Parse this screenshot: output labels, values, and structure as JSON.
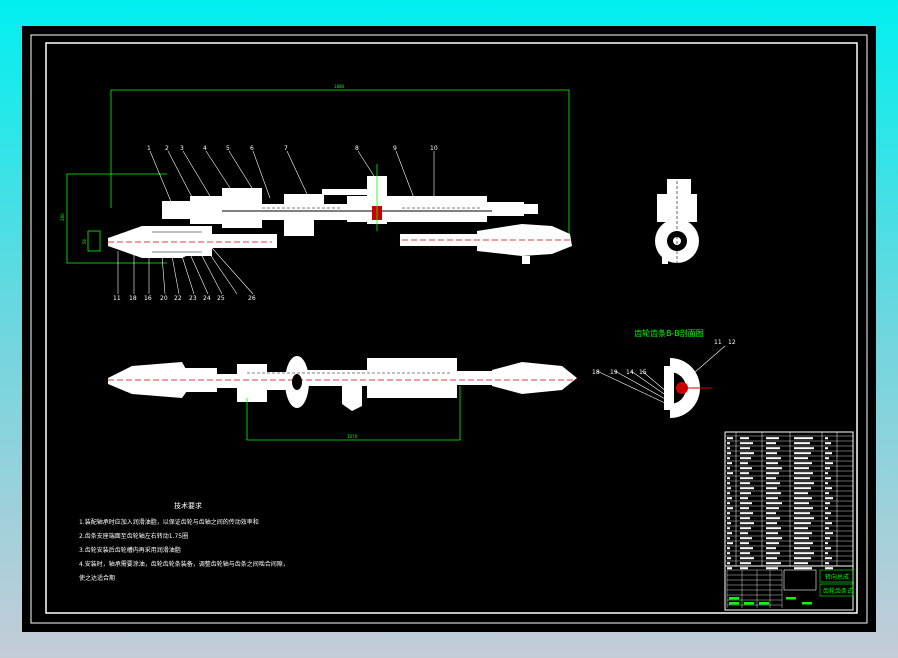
{
  "dimensions": {
    "top_overall": "1880",
    "left_vertical": "280",
    "small_box": "56",
    "bottom_center": "1070"
  },
  "part_numbers_top": [
    "1",
    "2",
    "3",
    "4",
    "5",
    "6",
    "7",
    "8",
    "9",
    "10"
  ],
  "part_numbers_bottom": [
    "11",
    "18",
    "16",
    "20",
    "22",
    "23",
    "24",
    "25",
    "26"
  ],
  "section_view": {
    "title": "齿轮齿条B-B剖面图",
    "labels_right": [
      "11",
      "12"
    ],
    "labels_left": [
      "18",
      "19",
      "14",
      "15"
    ]
  },
  "technical_requirements": {
    "title": "技术要求",
    "items": [
      "1.装配轴承时应加入润滑油脂，以保证齿轮与齿轴之间的传动效率和",
      "2.齿条支座端面至齿轮轴左右转动1.75圈",
      "3.齿轮安装后齿轮槽内再采用润滑油脂",
      "4.安装时，轴承需要涂油，齿轮齿轮条装备，调整齿轮轴与齿条之间啮合间隙，",
      "使之达适合期"
    ]
  },
  "title_block": {
    "drawing_name": "转向总成",
    "sub_name": "齿轮齿条式"
  }
}
